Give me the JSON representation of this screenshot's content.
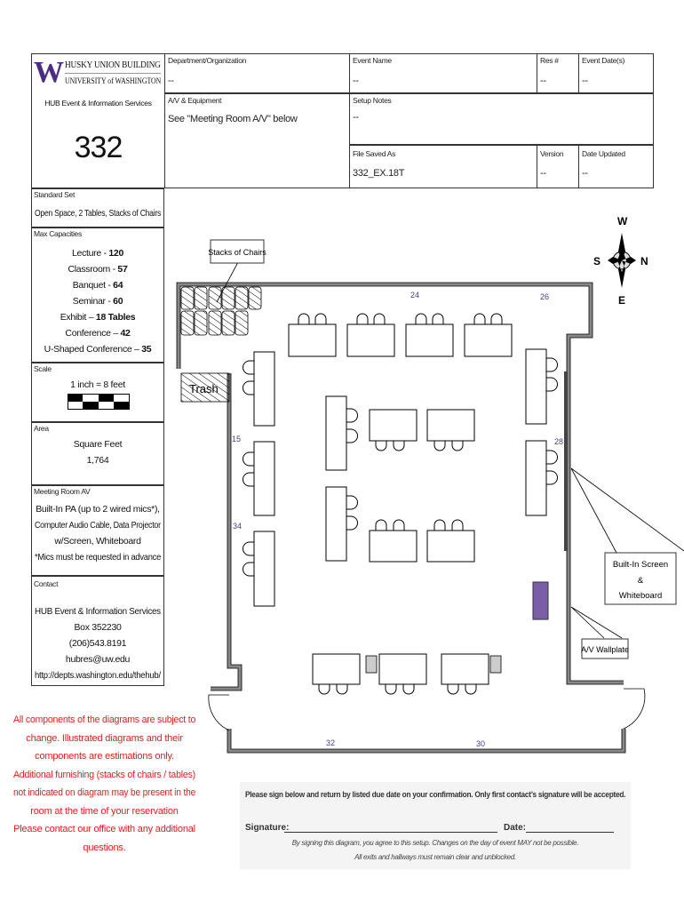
{
  "header": {
    "logo": {
      "mark": "W",
      "line1": "HUSKY UNION BUILDING",
      "line2": "UNIVERSITY of WASHINGTON",
      "subtitle": "HUB Event & Information Services"
    },
    "room_number": "332",
    "fields": {
      "department": {
        "label": "Department/Organization",
        "value": "--"
      },
      "event_name": {
        "label": "Event Name",
        "value": "--"
      },
      "res_no": {
        "label": "Res #",
        "value": "--"
      },
      "event_dates": {
        "label": "Event Date(s)",
        "value": "--"
      },
      "av_equipment": {
        "label": "A/V & Equipment",
        "value": "See \"Meeting Room A/V\" below"
      },
      "setup_notes": {
        "label": "Setup Notes",
        "value": "--"
      },
      "file_saved_as": {
        "label": "File Saved As",
        "value": "332_EX.18T"
      },
      "version": {
        "label": "Version",
        "value": "--"
      },
      "date_updated": {
        "label": "Date Updated",
        "value": "--"
      }
    }
  },
  "sidebar": {
    "standard_set": {
      "label": "Standard Set",
      "value": "Open Space, 2 Tables, Stacks of Chairs"
    },
    "max_capacities": {
      "label": "Max Capacities",
      "items": [
        {
          "name": "Lecture - ",
          "value": "120"
        },
        {
          "name": "Classroom - ",
          "value": "57"
        },
        {
          "name": "Banquet - ",
          "value": "64"
        },
        {
          "name": "Seminar - ",
          "value": "60"
        },
        {
          "name": "Exhibit – ",
          "value": "18 Tables"
        },
        {
          "name": "Conference – ",
          "value": "42"
        },
        {
          "name": "U-Shaped Conference – ",
          "value": "35"
        }
      ]
    },
    "scale": {
      "label": "Scale",
      "value": "1 inch = 8 feet"
    },
    "area": {
      "label": "Area",
      "line1": "Square Feet",
      "line2": "1,764"
    },
    "meeting_room_av": {
      "label": "Meeting Room AV",
      "lines": [
        "Built-In PA (up to 2 wired mics*),",
        "Computer Audio Cable, Data Projector",
        "w/Screen, Whiteboard",
        "*Mics must be requested in advance"
      ]
    },
    "contact": {
      "label": "Contact",
      "lines": [
        "HUB Event & Information Services",
        "Box 352230",
        "(206)543.8191",
        "hubres@uw.edu",
        "http://depts.washington.edu/thehub/"
      ]
    }
  },
  "disclaimer": [
    "All components of the diagrams are subject to",
    "change. Illustrated diagrams and their",
    "components are estimations only.",
    "Additional furnishing (stacks of chairs / tables)",
    "not indicated on diagram may be present in the",
    "room at the time of your reservation",
    "Please contact our office with any additional",
    "questions."
  ],
  "floorplan": {
    "callouts": {
      "stacks": "Stacks of Chairs",
      "trash": "Trash",
      "screen": [
        "Built-In Screen",
        "&",
        "Whiteboard"
      ],
      "wallplate": "A/V Wallplate"
    },
    "dimensions": {
      "d24": "24",
      "d26": "26",
      "d15": "15",
      "d28": "28",
      "d34": "34",
      "d32": "32",
      "d30": "30"
    },
    "compass": {
      "w": "W",
      "s": "S",
      "n": "N",
      "e": "E"
    },
    "colors": {
      "projector": "#7a5ea8",
      "wall": "#999999"
    }
  },
  "signature": {
    "instruction": "Please sign below and return by listed due date on your confirmation.  Only first contact’s signature will be accepted.",
    "signature_label": "Signature:",
    "date_label": "Date:",
    "note1": "By signing this diagram, you agree to this setup. Changes on the day of event MAY not be possible.",
    "note2": "All exits and hallways must remain clear and unblocked."
  }
}
